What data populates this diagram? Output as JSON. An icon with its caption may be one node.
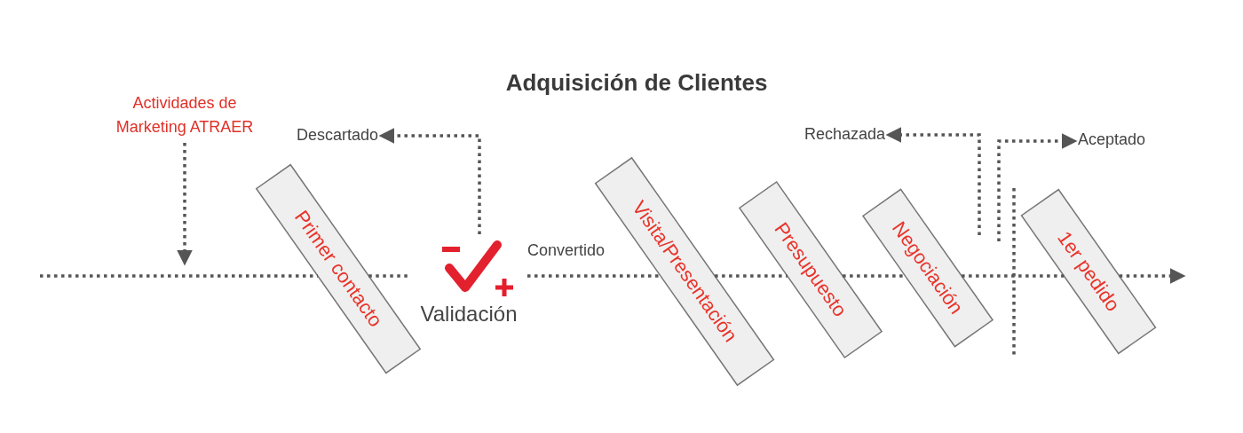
{
  "diagram": {
    "title": "Adquisición de Clientes",
    "nodes": [
      {
        "text": [
          "Actividades de Marketing ATRAER"
        ]
      },
      {
        "text": [
          "Primer contacto"
        ]
      },
      {
        "text": [
          "Validación"
        ]
      },
      {
        "text": [
          "Descartado"
        ]
      },
      {
        "text": [
          "Visita/Presentación"
        ]
      },
      {
        "text": [
          "Presupuesto"
        ]
      },
      {
        "text": [
          "Negociación"
        ]
      },
      {
        "text": [
          "Rechazada"
        ]
      },
      {
        "text": [
          "Aceptado"
        ]
      },
      {
        "text": [
          "1er pedido"
        ]
      }
    ],
    "edges": [
      {
        "from": 0,
        "to": null,
        "arrow": "to"
      },
      {
        "from": null,
        "to": 1,
        "arrow": "none"
      },
      {
        "from": 1,
        "to": 2,
        "arrow": "none"
      },
      {
        "from": 2,
        "to": 3,
        "arrow": "to"
      },
      {
        "from": 2,
        "to": 4,
        "arrow": "none",
        "label": "Convertido"
      },
      {
        "from": 4,
        "to": 5,
        "arrow": "none"
      },
      {
        "from": 5,
        "to": 6,
        "arrow": "none"
      },
      {
        "from": 6,
        "to": 9,
        "arrow": "none"
      },
      {
        "from": 9,
        "to": null,
        "arrow": "to"
      },
      {
        "from": 6,
        "to": 7,
        "arrow": "to"
      },
      {
        "from": 6,
        "to": 8,
        "arrow": "to"
      }
    ]
  }
}
